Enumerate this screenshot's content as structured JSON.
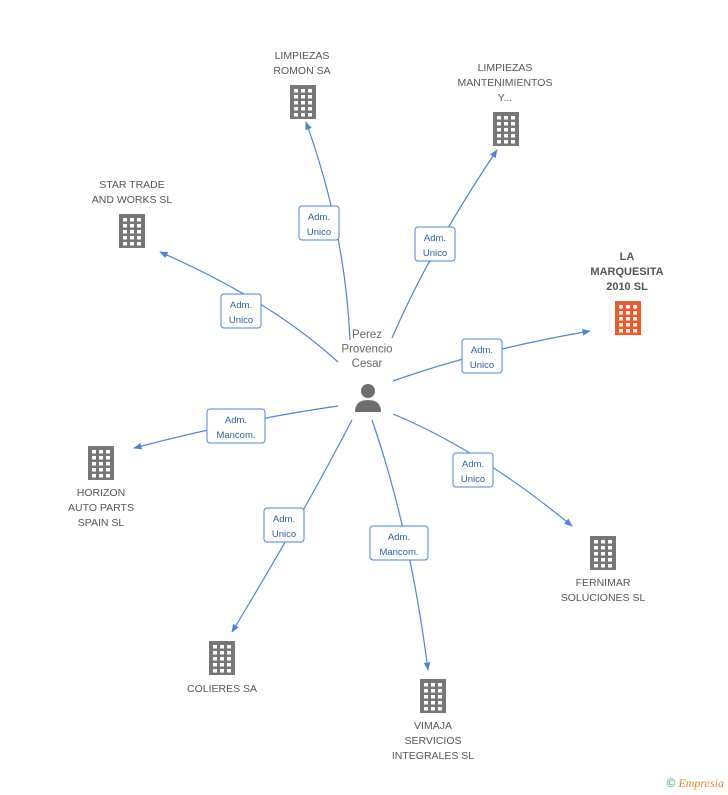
{
  "center": {
    "name_lines": [
      "Perez",
      "Provencio",
      "Cesar"
    ],
    "icon": "person-icon"
  },
  "colors": {
    "edge": "#4a86d8",
    "building": "#777777",
    "highlight": "#f05a28"
  },
  "nodes": [
    {
      "id": "limpiezas-romon",
      "lines": [
        "LIMPIEZAS",
        "ROMON SA"
      ],
      "role": [
        "Adm.",
        "Unico"
      ],
      "highlight": false
    },
    {
      "id": "limpiezas-mantenimientos",
      "lines": [
        "LIMPIEZAS",
        "MANTENIMIENTOS",
        "Y..."
      ],
      "role": [
        "Adm.",
        "Unico"
      ],
      "highlight": false
    },
    {
      "id": "star-trade",
      "lines": [
        "STAR TRADE",
        "AND WORKS  SL"
      ],
      "role": [
        "Adm.",
        "Unico"
      ],
      "highlight": false
    },
    {
      "id": "la-marquesita",
      "lines": [
        "LA",
        "MARQUESITA",
        "2010 SL"
      ],
      "role": [
        "Adm.",
        "Unico"
      ],
      "highlight": true
    },
    {
      "id": "horizon",
      "lines": [
        "HORIZON",
        "AUTO PARTS",
        "SPAIN  SL"
      ],
      "role": [
        "Adm.",
        "Mancom."
      ],
      "highlight": false
    },
    {
      "id": "fernimar",
      "lines": [
        "FERNIMAR",
        "SOLUCIONES SL"
      ],
      "role": [
        "Adm.",
        "Unico"
      ],
      "highlight": false
    },
    {
      "id": "colieres",
      "lines": [
        "COLIERES SA"
      ],
      "role": [
        "Adm.",
        "Unico"
      ],
      "highlight": false
    },
    {
      "id": "vimaja",
      "lines": [
        "VIMAJA",
        "SERVICIOS",
        "INTEGRALES SL"
      ],
      "role": [
        "Adm.",
        "Mancom."
      ],
      "highlight": false
    }
  ],
  "footer": {
    "copyright": "©",
    "brand": "Empresia"
  }
}
